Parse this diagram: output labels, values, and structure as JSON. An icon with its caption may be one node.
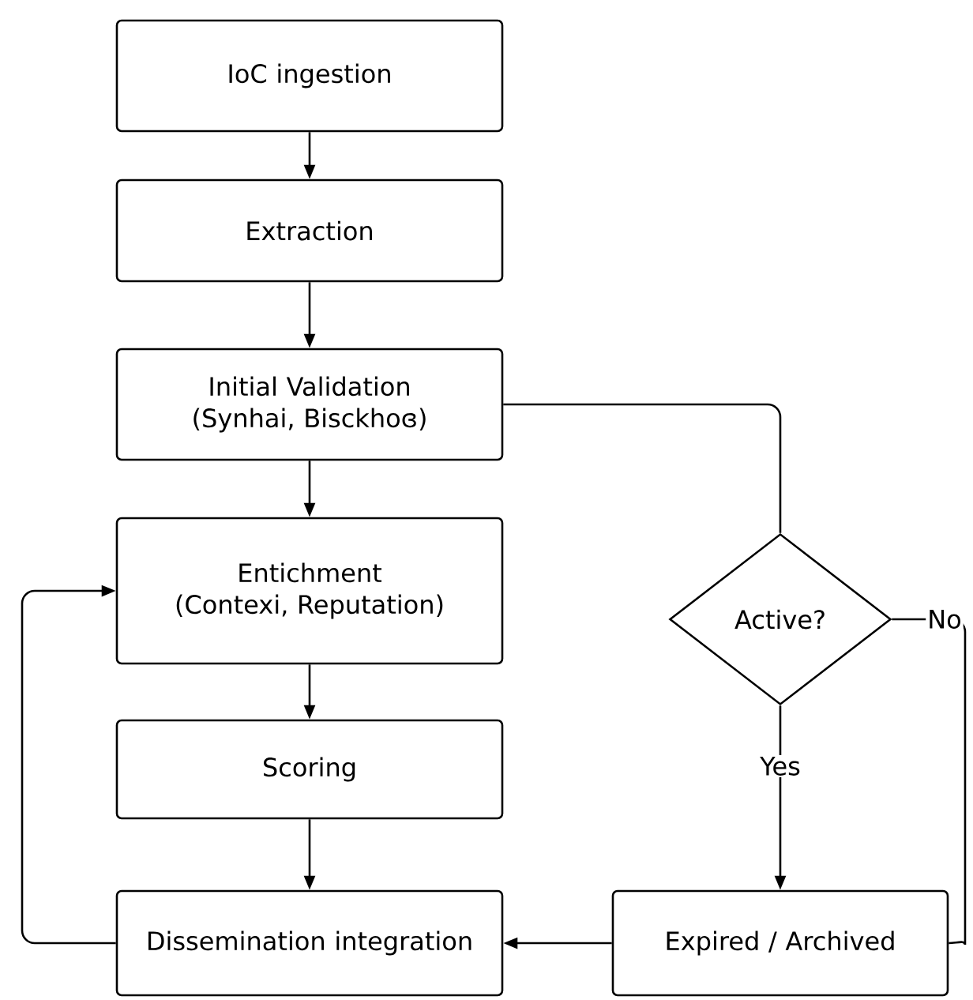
{
  "diagram": {
    "nodes": [
      {
        "text": [
          "IoC ingestion"
        ]
      },
      {
        "text": [
          "Extraction"
        ]
      },
      {
        "text": [
          "Initial Validation",
          "(Synhai, Bisckhoɞ)"
        ]
      },
      {
        "text": [
          "Entichment",
          "(Contexi, Reputation)"
        ]
      },
      {
        "text": [
          "Scoring"
        ]
      },
      {
        "text": [
          "Dissemination integration"
        ]
      },
      {
        "text": [
          "Active?"
        ]
      },
      {
        "text": [
          "Expired / Archived"
        ]
      }
    ],
    "edges": [
      {
        "from": 0,
        "to": 1,
        "arrow": "to"
      },
      {
        "from": 1,
        "to": 2,
        "arrow": "to"
      },
      {
        "from": 2,
        "to": 3,
        "arrow": "to"
      },
      {
        "from": 3,
        "to": 4,
        "arrow": "to"
      },
      {
        "from": 4,
        "to": 5,
        "arrow": "to"
      },
      {
        "from": 2,
        "to": 6,
        "arrow": "none"
      },
      {
        "from": 6,
        "to": 7,
        "label": "Yes",
        "arrow": "to"
      },
      {
        "from": 6,
        "to": 7,
        "label": "No",
        "arrow": "none"
      },
      {
        "from": 7,
        "to": 5,
        "arrow": "to"
      },
      {
        "from": 5,
        "to": 3,
        "arrow": "to"
      }
    ]
  }
}
